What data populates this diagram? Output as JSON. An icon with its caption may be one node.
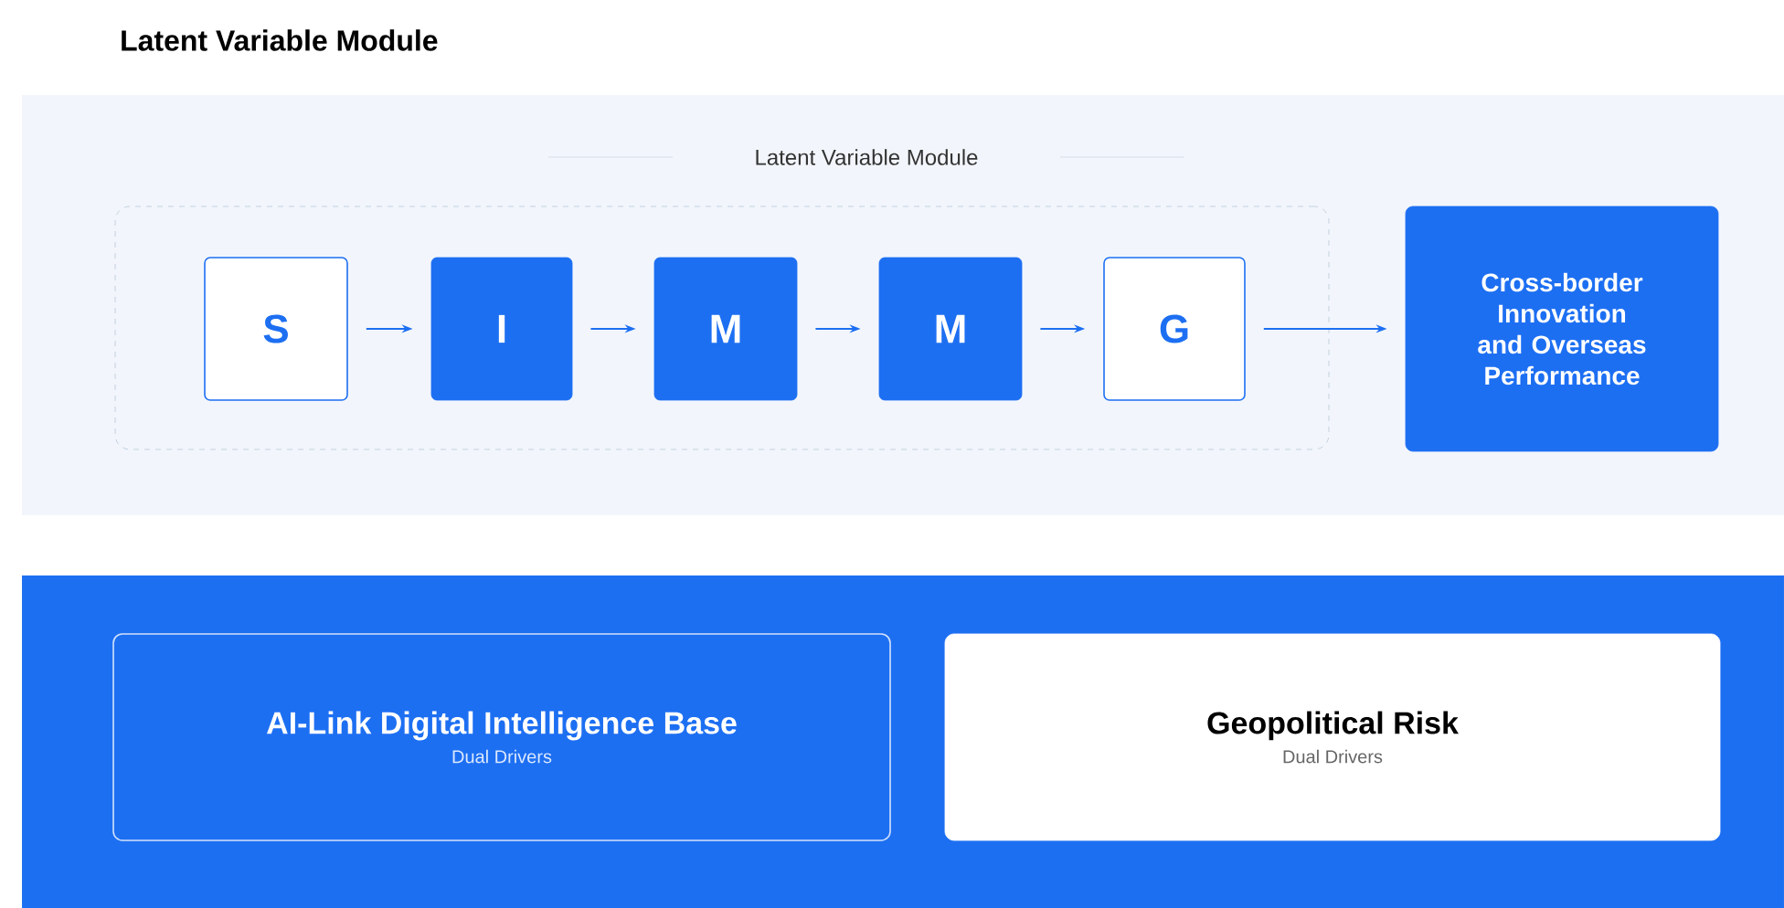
{
  "diagram": {
    "title": "Latent Variable Module",
    "nodes": [
      {
        "text": [
          "Latent Variable Module"
        ]
      },
      {
        "text": [
          "S"
        ],
        "in": 0
      },
      {
        "text": [
          "I"
        ],
        "in": 0
      },
      {
        "text": [
          "M"
        ],
        "in": 0
      },
      {
        "text": [
          "M"
        ],
        "in": 0
      },
      {
        "text": [
          "G"
        ],
        "in": 0
      },
      {
        "text": [
          "Cross-border Innovation and Overseas Performance"
        ]
      },
      {
        "text": [
          "AI-Link Digital Intelligence Base",
          "Dual Drivers"
        ]
      },
      {
        "text": [
          "Geopolitical Risk",
          "Dual Drivers"
        ]
      }
    ],
    "edges": [
      {
        "from": 1,
        "to": 2,
        "arrow": "to"
      },
      {
        "from": 2,
        "to": 3,
        "arrow": "to"
      },
      {
        "from": 3,
        "to": 4,
        "arrow": "to"
      },
      {
        "from": 4,
        "to": 5,
        "arrow": "to"
      },
      {
        "from": 5,
        "to": 6,
        "arrow": "to"
      }
    ]
  }
}
